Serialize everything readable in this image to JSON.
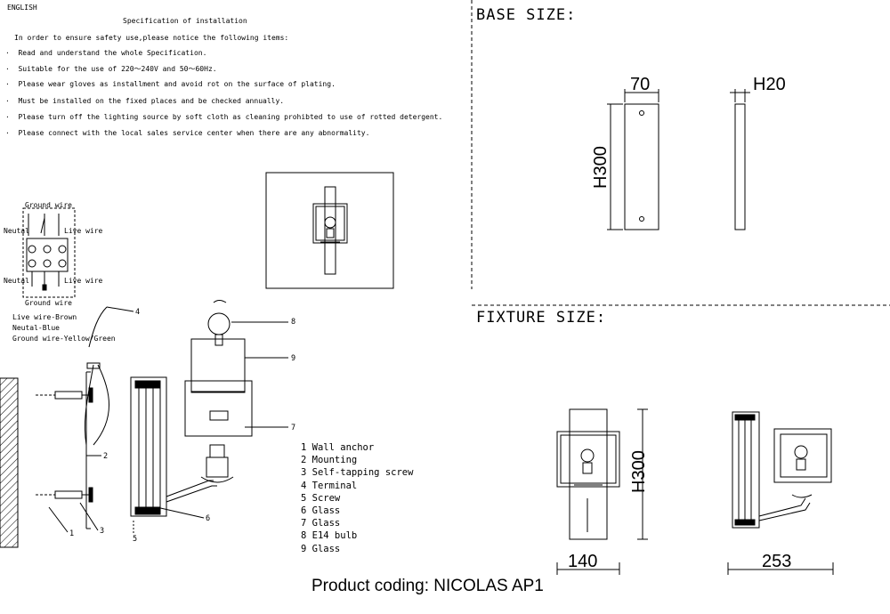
{
  "language": "ENGLISH",
  "spec_title": "Specification of installation",
  "intro": "In order to ensure safety use,please notice the following items:",
  "instructions": [
    "Read and understand the whole Specification.",
    "Suitable for the use of 220～240V and 50～60Hz.",
    "Please wear gloves as installment and avoid rot on the surface of plating.",
    "Must be installed on the fixed places and be checked annually.",
    "Please turn off the lighting source by soft cloth as cleaning prohibted to use of rotted detergent.",
    "Please connect with the local sales service center when there are any abnormality."
  ],
  "bullet": "·",
  "wiring": {
    "ground_top": "Ground wire",
    "neutral_top": "Neutal",
    "live_top": "Live wire",
    "neutral_bottom": "Neutal",
    "live_bottom": "Live wire",
    "ground_bottom": "Ground wire",
    "color_live": "Live wire-Brown",
    "color_neutral": "Neutal-Blue",
    "color_ground": "Ground wire-Yellow/Green"
  },
  "callouts": [
    "1",
    "2",
    "3",
    "4",
    "5",
    "6",
    "7",
    "8",
    "9"
  ],
  "parts": [
    "1 Wall anchor",
    "2 Mounting",
    "3 Self-tapping screw",
    "4 Terminal",
    "5 Screw",
    "6 Glass",
    "7 Glass",
    "8 E14 bulb",
    "9 Glass"
  ],
  "base_size": {
    "heading": "BASE SIZE:",
    "width": "70",
    "depth": "H20",
    "height": "H300"
  },
  "fixture_size": {
    "heading": "FIXTURE SIZE:",
    "height": "H300",
    "width": "140",
    "depth": "253"
  },
  "product_coding": "Product coding: NICOLAS AP1"
}
